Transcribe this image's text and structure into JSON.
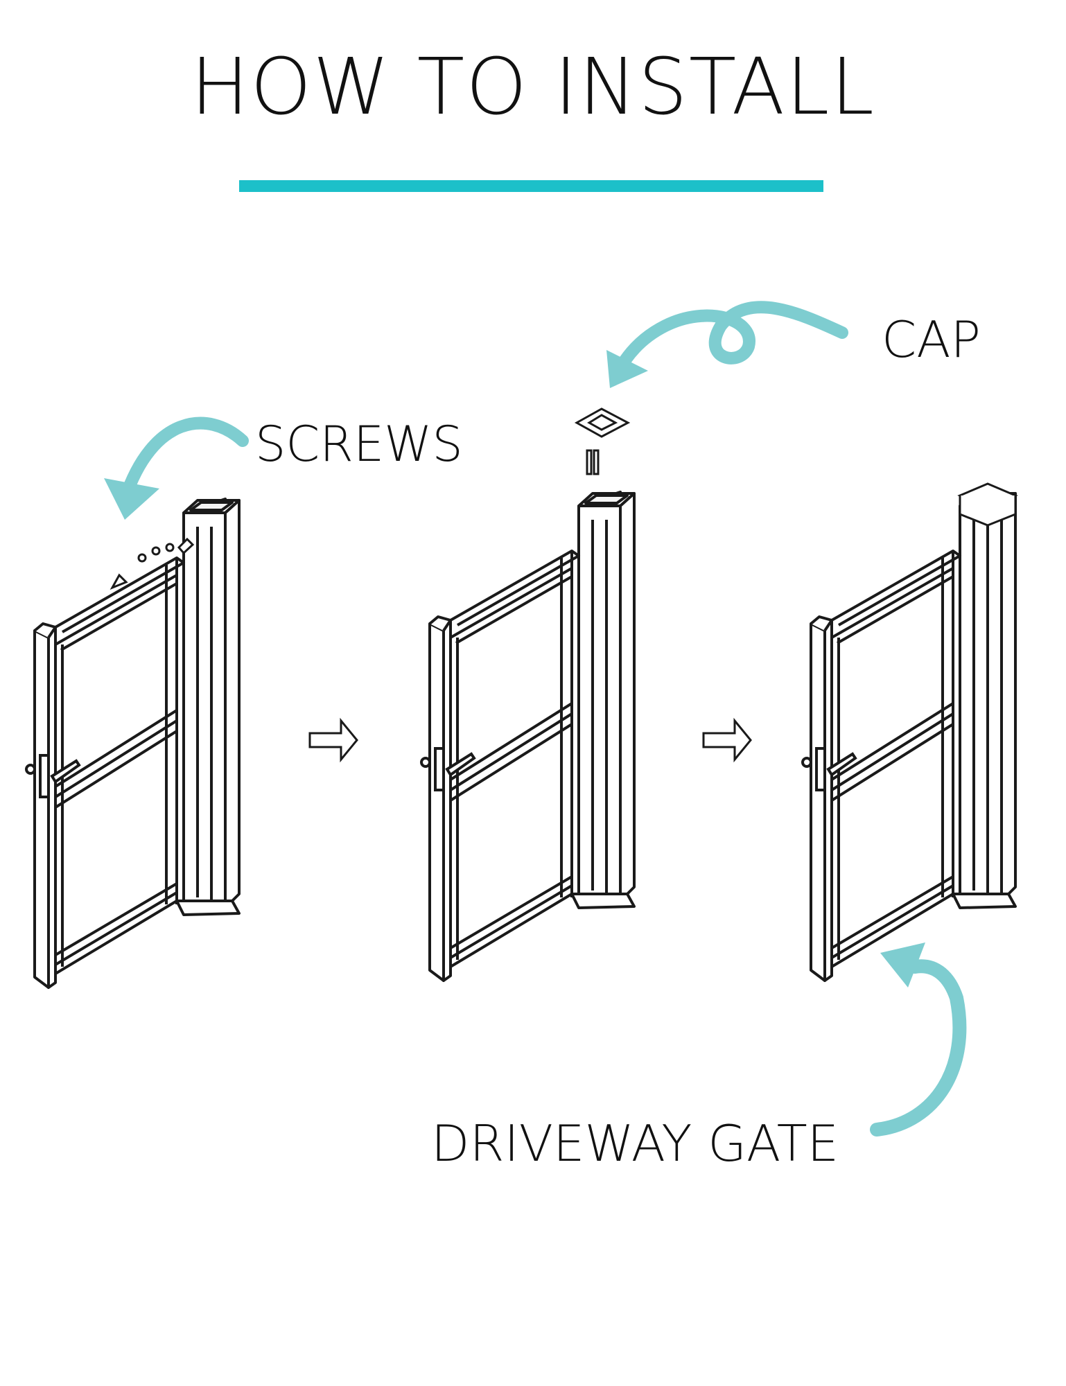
{
  "title": "HOW TO INSTALL",
  "colors": {
    "accent": "#1cc0c9",
    "arrow": "#7ecdd0",
    "line_art": "#1a1a1a"
  },
  "labels": {
    "screws": "SCREWS",
    "cap": "CAP",
    "driveway_gate": "DRIVEWAY GATE"
  },
  "steps": [
    {
      "name": "gate-with-screws"
    },
    {
      "name": "gate-with-cap-removed"
    },
    {
      "name": "gate-assembled"
    }
  ]
}
